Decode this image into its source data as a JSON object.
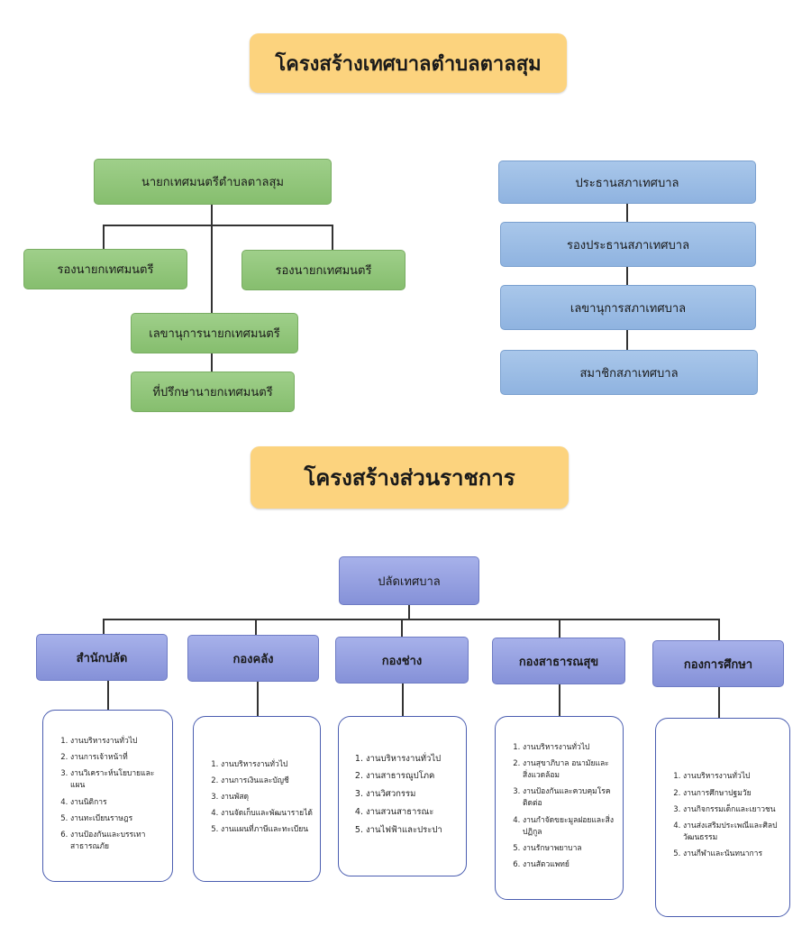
{
  "titles": {
    "municipal": "โครงสร้างเทศบาลตำบลตาลสุม",
    "government": "โครงสร้างส่วนราชการ"
  },
  "executive": {
    "mayor": "นายกเทศมนตรีตำบลตาลสุม",
    "deputy_left": "รองนายกเทศมนตรี",
    "deputy_right": "รองนายกเทศมนตรี",
    "secretary": "เลขานุการนายกเทศมนตรี",
    "advisor": "ที่ปรึกษานายกเทศมนตรี"
  },
  "council": {
    "chairman": "ประธานสภาเทศบาล",
    "vice_chairman": "รองประธานสภาเทศบาล",
    "secretary": "เลขานุการสภาเทศบาล",
    "members": "สมาชิกสภาเทศบาล"
  },
  "administration": {
    "clerk": "ปลัดเทศบาล",
    "divisions": [
      {
        "label": "สำนักปลัด",
        "tasks": [
          "งานบริหารงานทั่วไป",
          "งานการเจ้าหน้าที่",
          "งานวิเคราะห์นโยบายและแผน",
          "งานนิติการ",
          "งานทะเบียนราษฎร",
          "งานป้องกันและบรรเทาสาธารณภัย"
        ]
      },
      {
        "label": "กองคลัง",
        "tasks": [
          "งานบริหารงานทั่วไป",
          "งานการเงินและบัญชี",
          "งานพัสดุ",
          "งานจัดเก็บและพัฒนารายได้",
          "งานแผนที่ภาษีและทะเบียน"
        ]
      },
      {
        "label": "กองช่าง",
        "tasks": [
          "งานบริหารงานทั่วไป",
          "งานสาธารณูปโภค",
          "งานวิศวกรรม",
          "งานสวนสาธารณะ",
          "งานไฟฟ้าและประปา"
        ]
      },
      {
        "label": "กองสาธารณสุข",
        "tasks": [
          "งานบริหารงานทั่วไป",
          "งานสุขาภิบาล อนามัยและสิ่งแวดล้อม",
          "งานป้องกันและควบคุมโรคติดต่อ",
          "งานกำจัดขยะมูลฝอยและสิ่งปฏิกูล",
          "งานรักษาพยาบาล",
          "งานสัตวแพทย์"
        ]
      },
      {
        "label": "กองการศึกษา",
        "tasks": [
          "งานบริหารงานทั่วไป",
          "งานการศึกษาปฐมวัย",
          "งานกิจกรรมเด็กและเยาวชน",
          "งานส่งเสริมประเพณีและศิลปวัฒนธรรม",
          "งานกีฬาและนันทนาการ"
        ]
      }
    ]
  },
  "colors": {
    "title_bg": "#fcd37e",
    "executive_box": "#8fc577",
    "council_box": "#99bbe4",
    "division_box": "#8f9ade",
    "list_border": "#4a5db0"
  }
}
